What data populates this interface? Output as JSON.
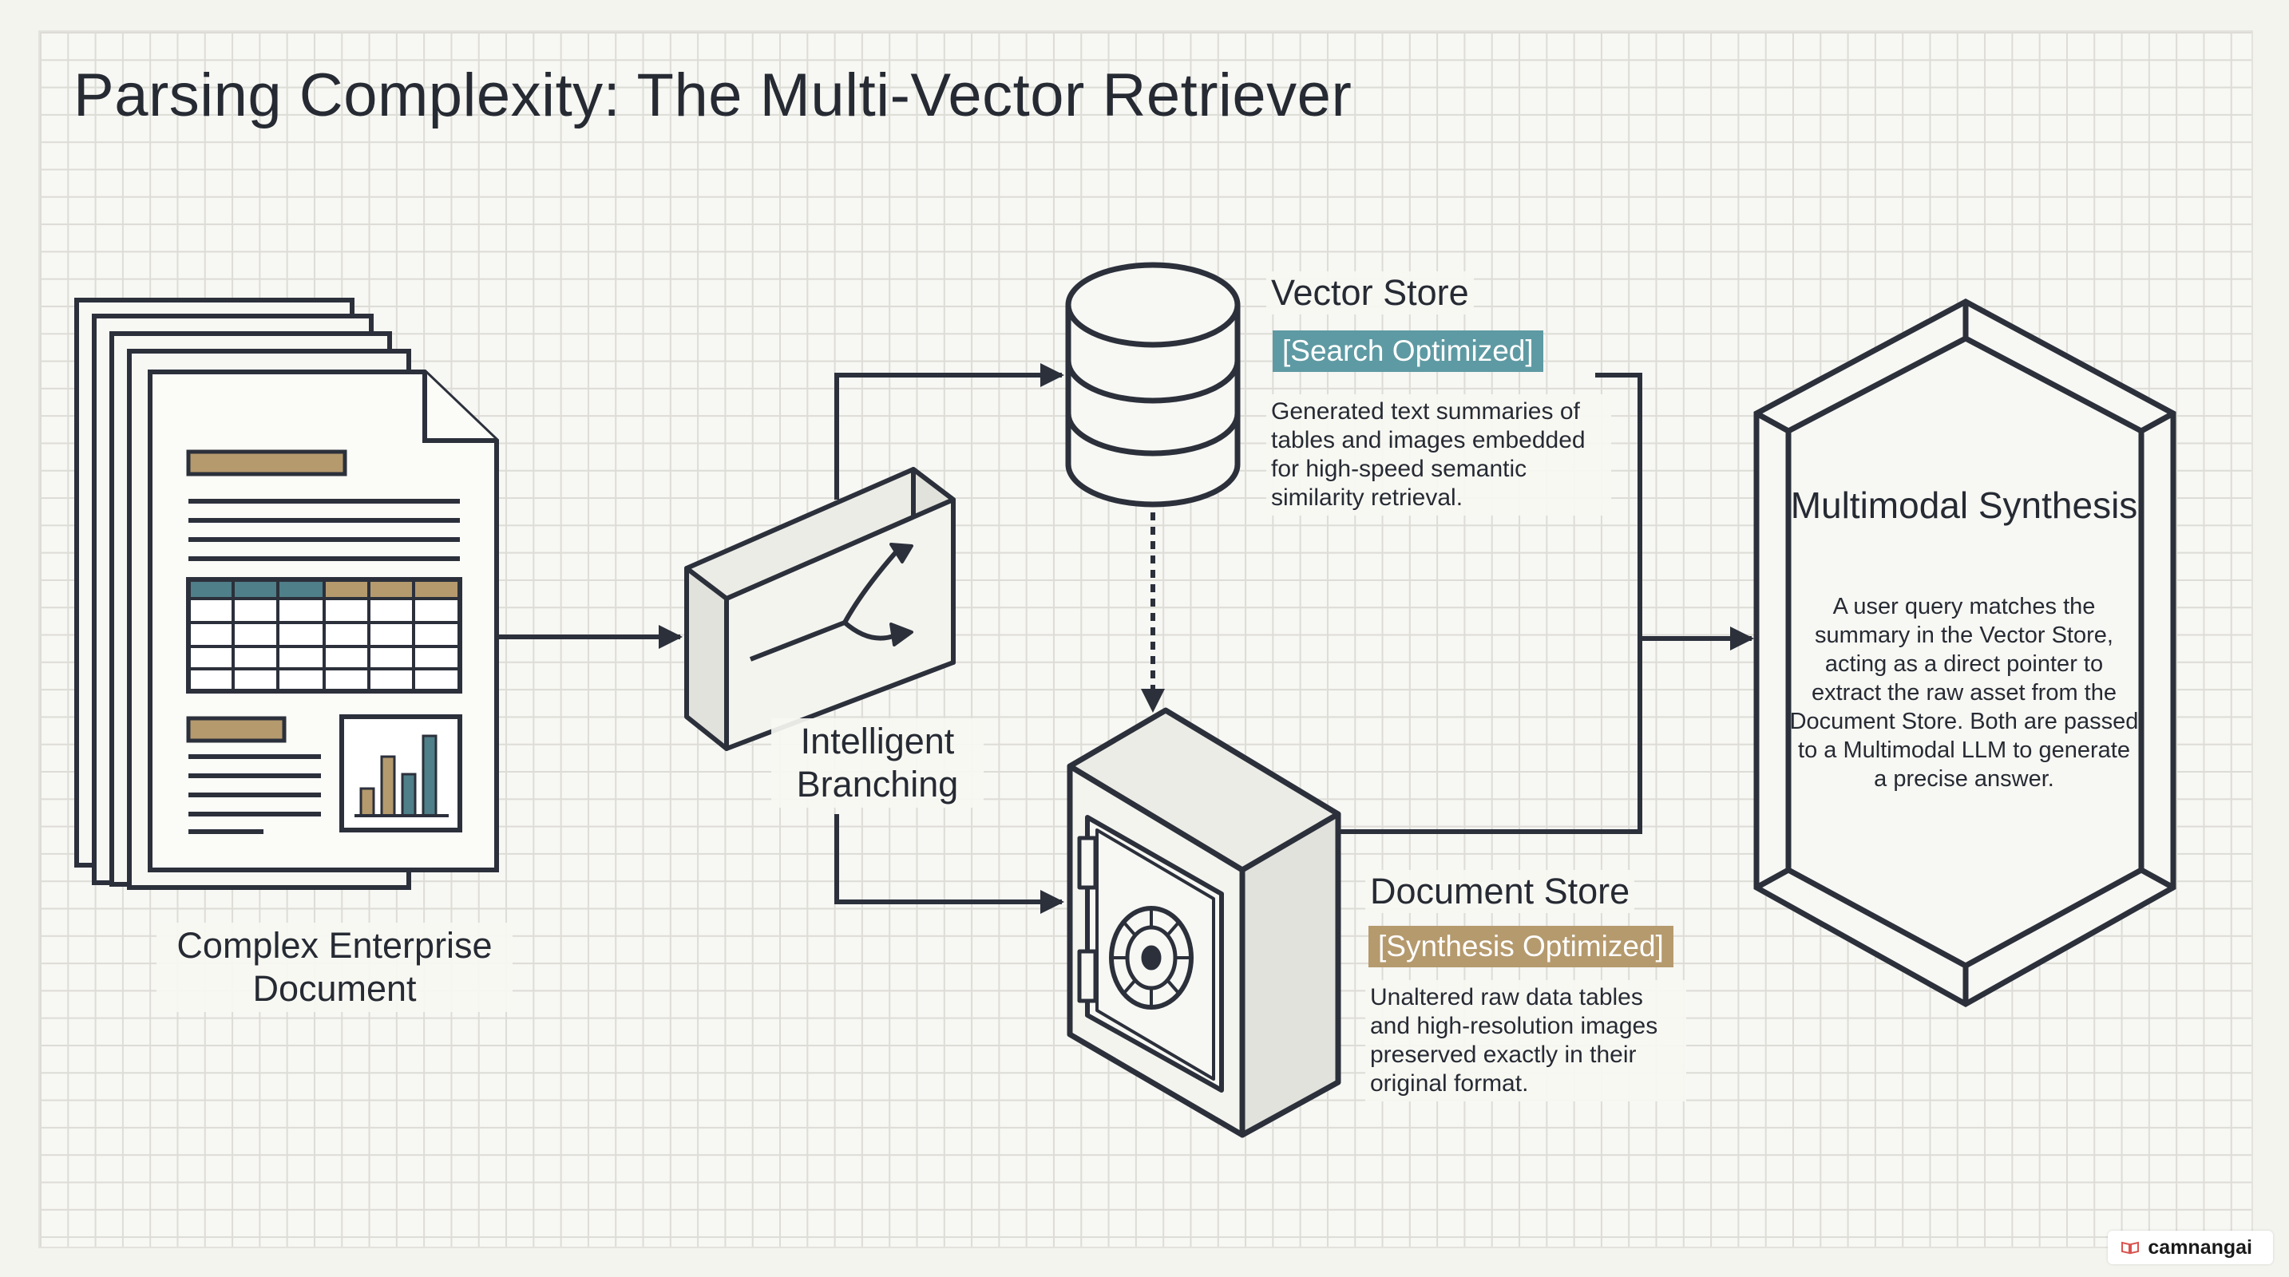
{
  "title": "Parsing Complexity: The Multi-Vector Retriever",
  "document": {
    "label": "Complex Enterprise Document"
  },
  "branching": {
    "label": "Intelligent Branching"
  },
  "vector_store": {
    "title": "Vector Store",
    "badge": "[Search Optimized]",
    "description": "Generated text summaries of tables and images embedded for high-speed semantic similarity retrieval.",
    "badge_color": "#5e9aa3"
  },
  "document_store": {
    "title": "Document Store",
    "badge": "[Synthesis Optimized]",
    "description": "Unaltered raw data tables and high-resolution images preserved exactly in their original format.",
    "badge_color": "#b59a6e"
  },
  "synthesis": {
    "title": "Multimodal Synthesis",
    "description": "A user query matches the summary in the Vector Store, acting as a direct pointer to extract the raw asset from the Document Store. Both are passed to a Multimodal LLM to generate a precise answer."
  },
  "watermark": {
    "text": "camnangai",
    "icon": "book-icon"
  },
  "colors": {
    "line": "#2b303b",
    "tan": "#b59a6e",
    "teal": "#4f7f88",
    "paper": "#f7f7f3"
  }
}
